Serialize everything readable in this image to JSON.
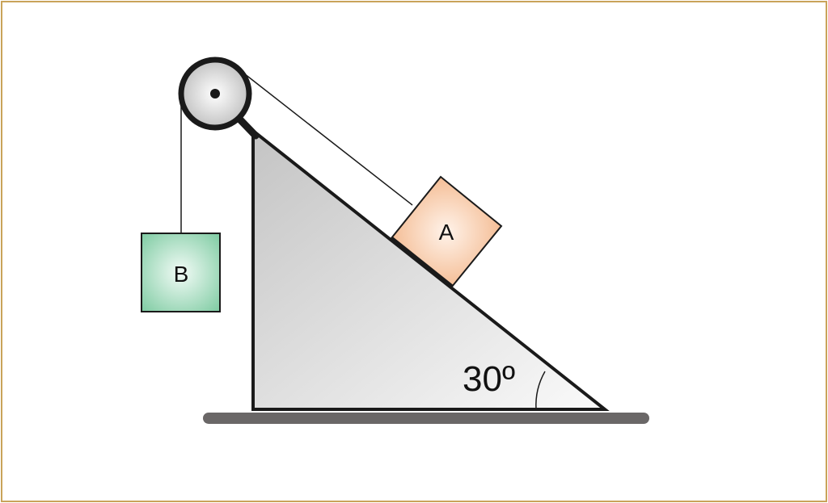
{
  "diagram": {
    "block_a": {
      "label": "A",
      "color": "#f4b488"
    },
    "block_b": {
      "label": "B",
      "color": "#8fd3b0"
    },
    "incline_angle_label": "30º",
    "colors": {
      "frame": "#c9a35a",
      "ground": "#6a6767",
      "incline_fill_dark": "#c8c8c8",
      "incline_fill_light": "#f7f7f7",
      "pulley": "#d9d9d9",
      "outline": "#1a1a1a"
    }
  }
}
